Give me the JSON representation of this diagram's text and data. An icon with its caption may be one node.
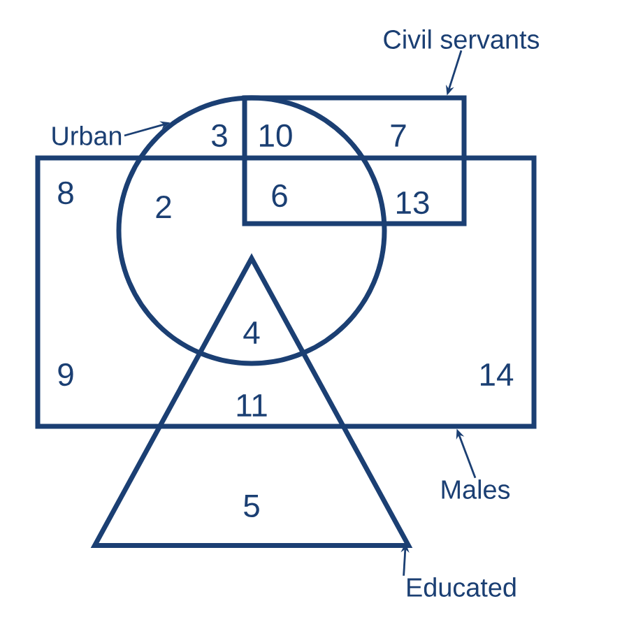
{
  "diagram": {
    "nodes": [
      {
        "text": [
          "Civil servants"
        ]
      },
      {
        "text": [
          "Urban"
        ]
      },
      {
        "text": [],
        "shape": "circle"
      },
      {
        "text": [],
        "shape": "box"
      },
      {
        "text": [],
        "shape": "box"
      },
      {
        "text": [
          "Males"
        ]
      },
      {
        "text": [],
        "shape": "triangle"
      },
      {
        "text": [
          "Educated"
        ]
      }
    ],
    "edges": [
      {
        "from": 1,
        "to": 2,
        "arrow": "to"
      },
      {
        "from": 0,
        "to": 3,
        "arrow": "to"
      },
      {
        "from": 5,
        "to": 4,
        "arrow": "to"
      },
      {
        "from": 7,
        "to": 6,
        "arrow": "to"
      }
    ],
    "labels": [
      "3",
      "10",
      "7",
      "8",
      "2",
      "6",
      "13",
      "4",
      "9",
      "14",
      "11",
      "5"
    ]
  }
}
